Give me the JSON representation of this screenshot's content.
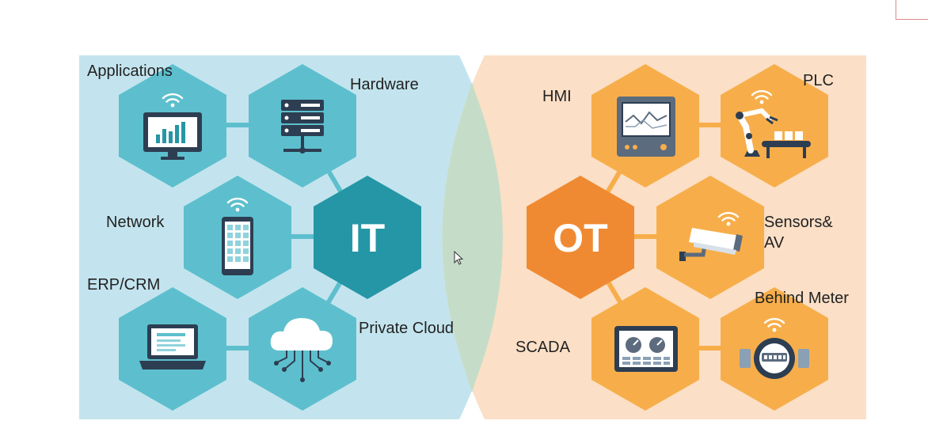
{
  "colors": {
    "it_bg": "#c3e4ee",
    "ot_bg": "#fbdfc6",
    "overlap": "#c5ddc8",
    "it_hex": "#5dbfcd",
    "it_center": "#2596a6",
    "ot_hex": "#f7ae4a",
    "ot_center": "#ef8a32",
    "icon_dark": "#2d3e52"
  },
  "it": {
    "center_label": "IT",
    "applications": "Applications",
    "hardware": "Hardware",
    "network": "Network",
    "erp_crm": "ERP/CRM",
    "private_cloud": "Private Cloud"
  },
  "ot": {
    "center_label": "OT",
    "hmi": "HMI",
    "plc": "PLC",
    "sensors_line1": "Sensors&",
    "sensors_line2": "AV",
    "scada": "SCADA",
    "behind_meter": "Behind Meter"
  },
  "icons": {
    "applications": "monitor-chart-icon",
    "hardware": "server-rack-icon",
    "network": "smartphone-icon",
    "erp_crm": "laptop-icon",
    "private_cloud": "cloud-network-icon",
    "hmi": "hmi-panel-icon",
    "plc": "robot-arm-conveyor-icon",
    "sensors": "security-camera-icon",
    "scada": "scada-dashboard-icon",
    "behind_meter": "utility-meter-icon"
  }
}
